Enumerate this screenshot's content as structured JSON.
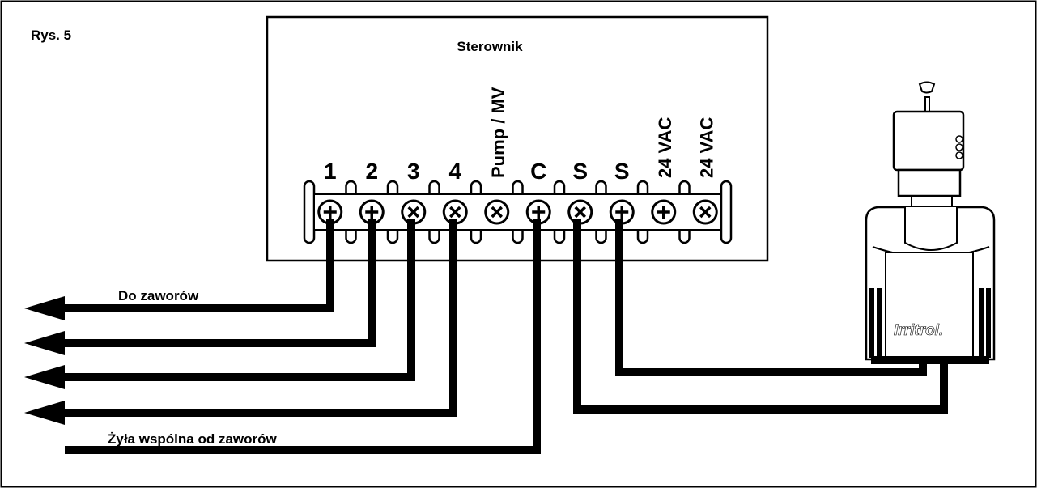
{
  "figure_label": "Rys. 5",
  "controller": {
    "title": "Sterownik",
    "terminals": [
      {
        "label": "1",
        "screw": "plus-screw-icon",
        "rotated": false
      },
      {
        "label": "2",
        "screw": "plus-screw-icon",
        "rotated": false
      },
      {
        "label": "3",
        "screw": "cross-screw-icon",
        "rotated": false
      },
      {
        "label": "4",
        "screw": "cross-screw-icon",
        "rotated": false
      },
      {
        "label": "Pump / MV",
        "screw": "cross-screw-icon",
        "rotated": true
      },
      {
        "label": "C",
        "screw": "plus-screw-icon",
        "rotated": false
      },
      {
        "label": "S",
        "screw": "cross-screw-icon",
        "rotated": false
      },
      {
        "label": "S",
        "screw": "plus-screw-icon",
        "rotated": false
      },
      {
        "label": "24 VAC",
        "screw": "plus-screw-icon",
        "rotated": true
      },
      {
        "label": "24 VAC",
        "screw": "cross-screw-icon",
        "rotated": true
      }
    ]
  },
  "wires": {
    "to_valves_label": "Do zaworów",
    "common_label": "Żyła wspólna od zaworów"
  },
  "sensor": {
    "brand": "Irritrol."
  },
  "colors": {
    "line": "#000000",
    "background": "#ffffff"
  }
}
